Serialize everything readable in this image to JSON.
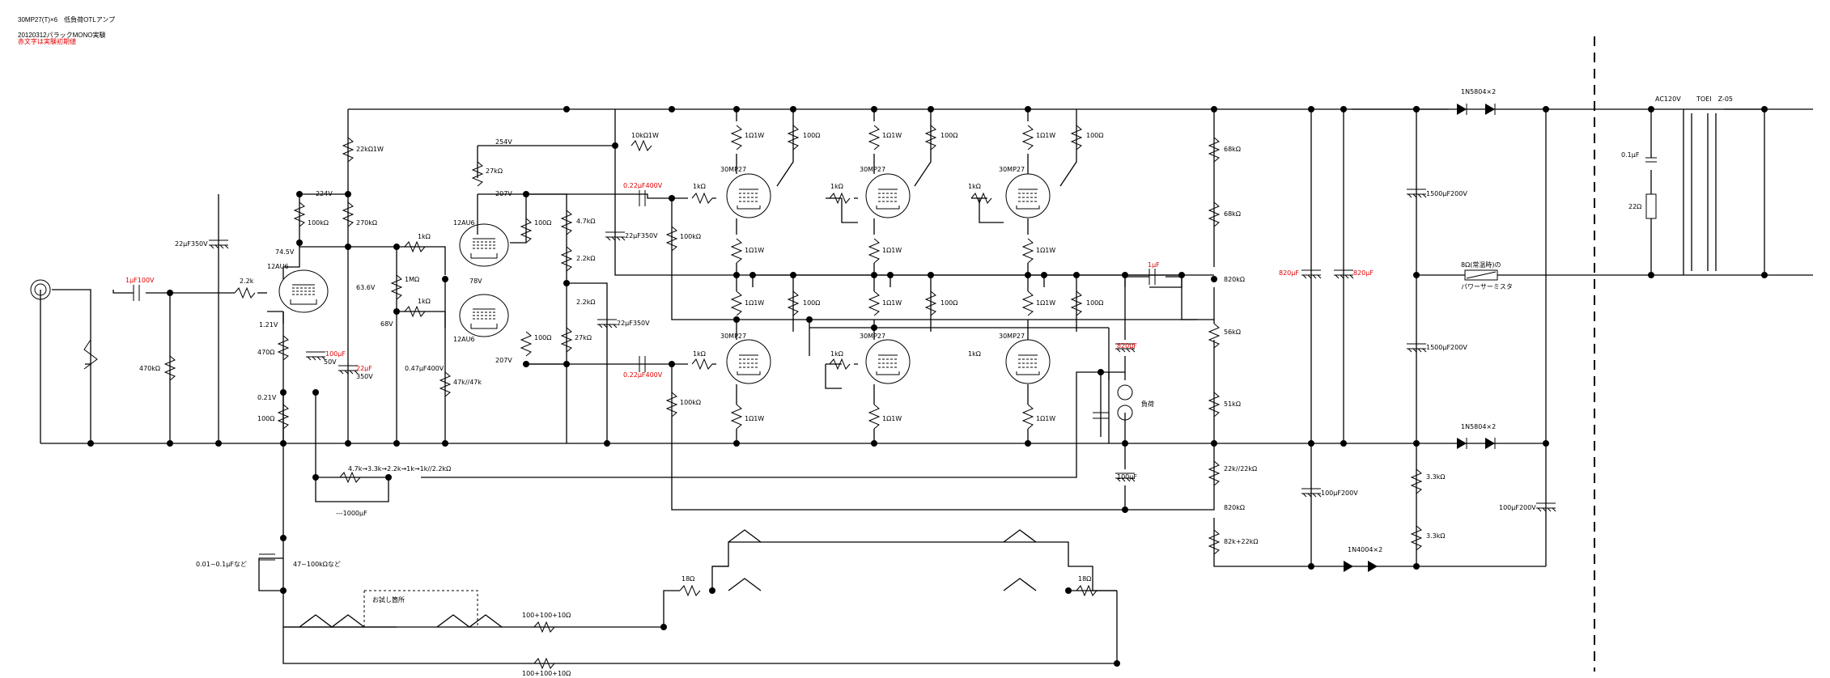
{
  "header": {
    "title": "30MP27(T)×6　低負荷OTLアンプ",
    "line2": "20120312パラックMONO実験",
    "line3": "赤文字は実験初期値"
  },
  "labels": {
    "r22k1w": "22kΩ1W",
    "r10k1w": "10kΩ1W",
    "v254": "254V",
    "v224": "224V",
    "v207a": "207V",
    "v207b": "207V",
    "r27ka": "27kΩ",
    "r27kb": "27kΩ",
    "c032a": "0.22μF400V",
    "c032b": "0.22μF400V",
    "c22_350a": "22μF350V",
    "c22_350b": "22μF350V",
    "c22_350c": "22μF350V",
    "r100k_a": "100kΩ",
    "r270k": "270kΩ",
    "v745": "74.5V",
    "t12au6a": "12AU6",
    "t12au6b": "12AU6",
    "t12au6c": "12AU6",
    "r1k_a": "1kΩ",
    "r1k_b": "1kΩ",
    "r1M": "1MΩ",
    "v68": "68V",
    "v78": "78V",
    "v636": "63.6V",
    "r22k_in": "2.2k",
    "c1uF100V": "1μF100V",
    "r470k": "470kΩ",
    "v121": "1.21V",
    "r470": "470Ω",
    "v021": "0.21V",
    "r100": "100Ω",
    "c100uF": "100μF",
    "v50": "50V",
    "c22uF": "22μF",
    "v350": "350V",
    "c047": "0.47μF400V",
    "r47k47k": "47k//47k",
    "r100a": "100Ω",
    "r100b": "100Ω",
    "r47k": "4.7kΩ",
    "r22k_a": "2.2kΩ",
    "r22k_b": "2.2kΩ",
    "r100k_b": "100kΩ",
    "r100k_c": "100kΩ",
    "mp1": "30MP27",
    "mp2": "30MP27",
    "mp3": "30MP27",
    "mp4": "30MP27",
    "mp5": "30MP27",
    "mp6": "30MP27",
    "r1w1": "1Ω1W",
    "r1w2": "1Ω1W",
    "r1w3": "1Ω1W",
    "r1w4": "1Ω1W",
    "r1w5": "1Ω1W",
    "r1w6": "1Ω1W",
    "r1w7": "1Ω1W",
    "r1w8": "1Ω1W",
    "r1w9": "1Ω1W",
    "r1w10": "1Ω1W",
    "r1w11": "1Ω1W",
    "r1w12": "1Ω1W",
    "r100o1": "100Ω",
    "r100o2": "100Ω",
    "r100o3": "100Ω",
    "r100o4": "100Ω",
    "r100o5": "100Ω",
    "r100o6": "100Ω",
    "g1k1": "1kΩ",
    "g1k2": "1kΩ",
    "g1k3": "1kΩ",
    "g1k4": "1kΩ",
    "g1k5": "1kΩ",
    "g1k6": "1kΩ",
    "c1uF": "1μF",
    "c820a": "820μF",
    "c820b": "820μF",
    "c820c": "820μF",
    "load": "負荷",
    "c100uF_b": "100μF",
    "r68k_a": "68kΩ",
    "r68k_b": "68kΩ",
    "r820k_a": "820kΩ",
    "r56k": "56kΩ",
    "r51k": "51kΩ",
    "r22k22k": "22k//22kΩ",
    "r820k_b": "820kΩ",
    "r82k22k": "82k+22kΩ",
    "nfb": "4.7k→3.3k→2.2k→1k→1k//2.2kΩ",
    "c1000": "---1000μF",
    "c001": "0.01~0.1μFなど",
    "r47_100k": "47~100kΩなど",
    "trial": "お試し箇所",
    "r18a": "18Ω",
    "r18b": "18Ω",
    "r100_10a": "100+100+10Ω",
    "r100_10b": "100+100+10Ω",
    "d1n5804a": "1N5804×2",
    "d1n5804b": "1N5804×2",
    "d1n4004": "1N4004×2",
    "c1500a": "1500μF200V",
    "c1500b": "1500μF200V",
    "c100_200a": "100μF200V",
    "c100_200b": "100μF200V",
    "r33ka": "3.3kΩ",
    "r33kb": "3.3kΩ",
    "thermistor": "8Ω(常温時)の",
    "thermistor2": "パワーサーミスタ",
    "ac120": "AC120V",
    "toei": "TOEI　Z-05",
    "c01": "0.1μF",
    "r22": "22Ω"
  }
}
